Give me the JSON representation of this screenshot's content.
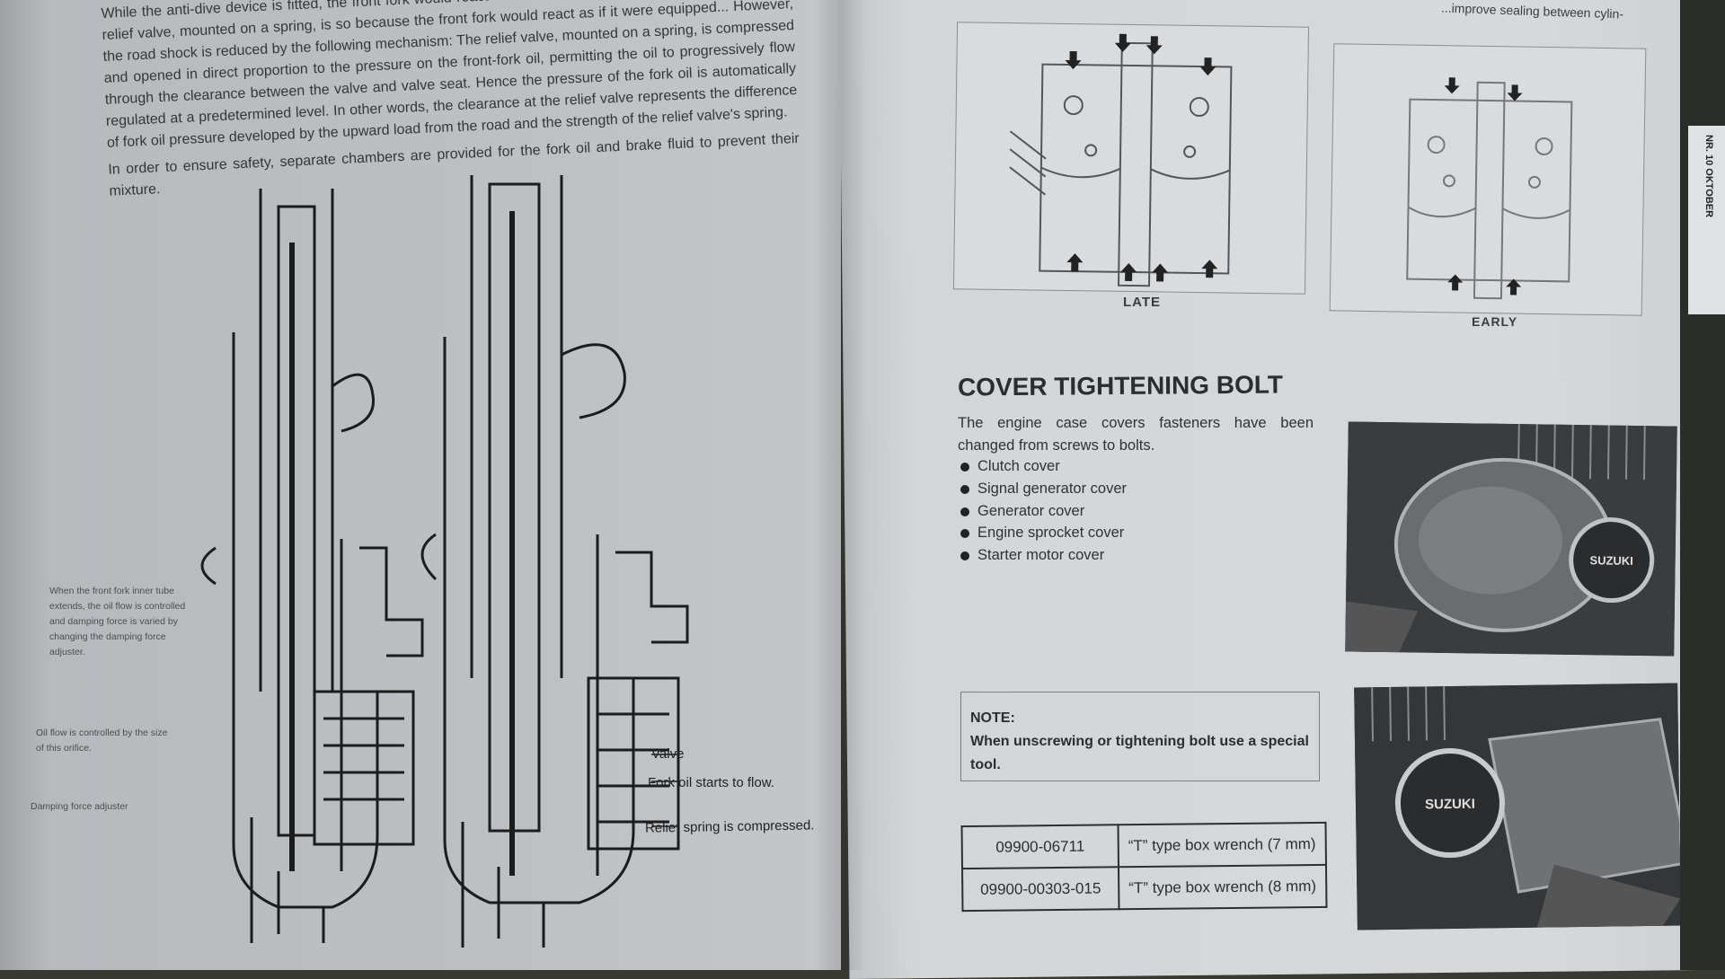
{
  "left_page": {
    "intro_paragraphs": [
      "While the anti-dive device is fitted, the front fork would react as if it were equipped with a stiffer spring. The relief valve, mounted on a spring, is so because the front fork would react as if it were equipped... However, the road shock is reduced by the following mechanism: The relief valve, mounted on a spring, is compressed and opened in direct proportion to the pressure on the front-fork oil, permitting the oil to progressively flow through the clearance between the valve and valve seat. Hence the pressure of the fork oil is automatically regulated at a predetermined level. In other words, the clearance at the relief valve represents the difference of fork oil pressure developed by the upward load from the road and the strength of the relief valve's spring.",
      "In order to ensure safety, separate chambers are provided for the fork oil and brake fluid to prevent their mixture."
    ],
    "callouts": {
      "inner_tube": "When the front fork inner tube extends, the oil flow is controlled and damping force is varied by changing the damping force adjuster.",
      "orifice": "Oil flow is controlled by the size of this orifice.",
      "adjuster": "Damping force adjuster",
      "valve": "Valve",
      "fork_oil": "Fork oil starts to flow.",
      "relief_spring": "Relief spring is compressed."
    }
  },
  "right_page": {
    "top_fragment": "...improve sealing between cylin-",
    "diagrams": [
      {
        "label": "LATE"
      },
      {
        "label": "EARLY"
      }
    ],
    "heading": "COVER TIGHTENING BOLT",
    "paragraph": "The engine case covers fasteners have been changed from screws to bolts.",
    "bullets": [
      "Clutch cover",
      "Signal generator cover",
      "Generator cover",
      "Engine sprocket cover",
      "Starter motor cover"
    ],
    "note": {
      "title": "NOTE:",
      "body": "When unscrewing or tightening bolt use a special tool."
    },
    "tools": [
      {
        "part_no": "09900-06711",
        "description": "“T” type box wrench (7 mm)"
      },
      {
        "part_no": "09900-00303-015",
        "description": "“T” type box wrench (8 mm)"
      }
    ],
    "photos": [
      {
        "brand": "SUZUKI"
      },
      {
        "brand": "SUZUKI"
      }
    ]
  },
  "background": {
    "magazine_text": "NR. 10 OKTOBER"
  },
  "colors": {
    "page_left": "#bcc0c3",
    "page_right": "#d6d9db",
    "ink": "#2b2e31"
  }
}
